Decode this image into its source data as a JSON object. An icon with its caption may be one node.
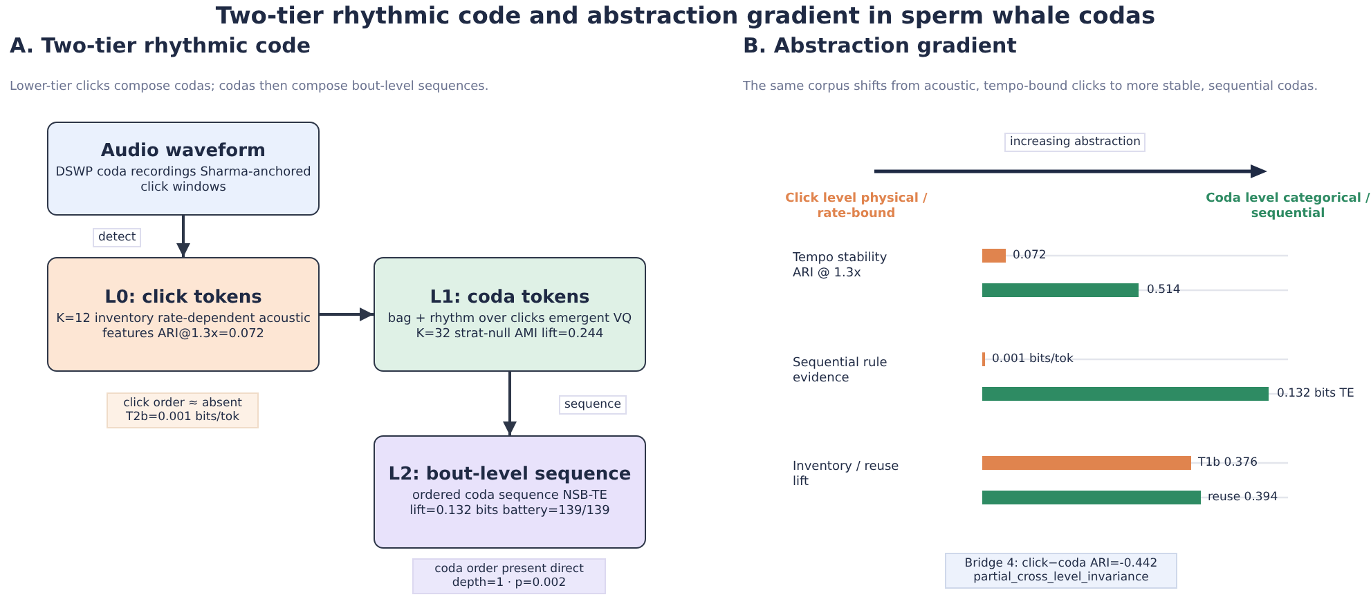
{
  "diagram": {
    "title": "Two-tier rhythmic code and abstraction gradient in sperm whale codas",
    "nodes": [
      {
        "text": [
          "Audio waveform",
          "DSWP coda recordings Sharma-anchored click windows"
        ]
      },
      {
        "text": [
          "L0: click tokens",
          "K=12 inventory rate-dependent acoustic features ARI@1.3x=0.072"
        ]
      },
      {
        "text": [
          "L1: coda tokens",
          "bag + rhythm over clicks emergent VQ K=32 strat-null AMI lift=0.244"
        ]
      },
      {
        "text": [
          "L2: bout-level sequence",
          "ordered coda sequence NSB-TE lift=0.132 bits battery=139/139"
        ]
      },
      {
        "text": [
          "click order ≈ absent T2b=0.001 bits/tok"
        ]
      },
      {
        "text": [
          "coda order present direct depth=1 · p=0.002"
        ]
      },
      {
        "text": [
          "Bridge 4: click−coda ARI=-0.442 partial_cross_level_invariance"
        ]
      }
    ],
    "edges": [
      {
        "from": 0,
        "to": 1,
        "arrow": "to",
        "label": "detect"
      },
      {
        "from": 1,
        "to": 2,
        "arrow": "to"
      },
      {
        "from": 2,
        "to": 3,
        "arrow": "to",
        "label": "sequence"
      }
    ],
    "labels": [
      "A. Two-tier rhythmic code",
      "Lower-tier clicks compose codas; codas then compose bout-level sequences.",
      "B. Abstraction gradient",
      "The same corpus shifts from acoustic, tempo-bound clicks to more stable, sequential codas.",
      "increasing abstraction",
      "Click level physical / rate-bound",
      "Coda level categorical / sequential",
      "Tempo stability ARI @ 1.3x",
      "0.072",
      "0.514",
      "Sequential rule evidence",
      "0.001 bits/tok",
      "0.132 bits TE",
      "Inventory / reuse lift",
      "T1b 0.376",
      "reuse 0.394"
    ]
  }
}
